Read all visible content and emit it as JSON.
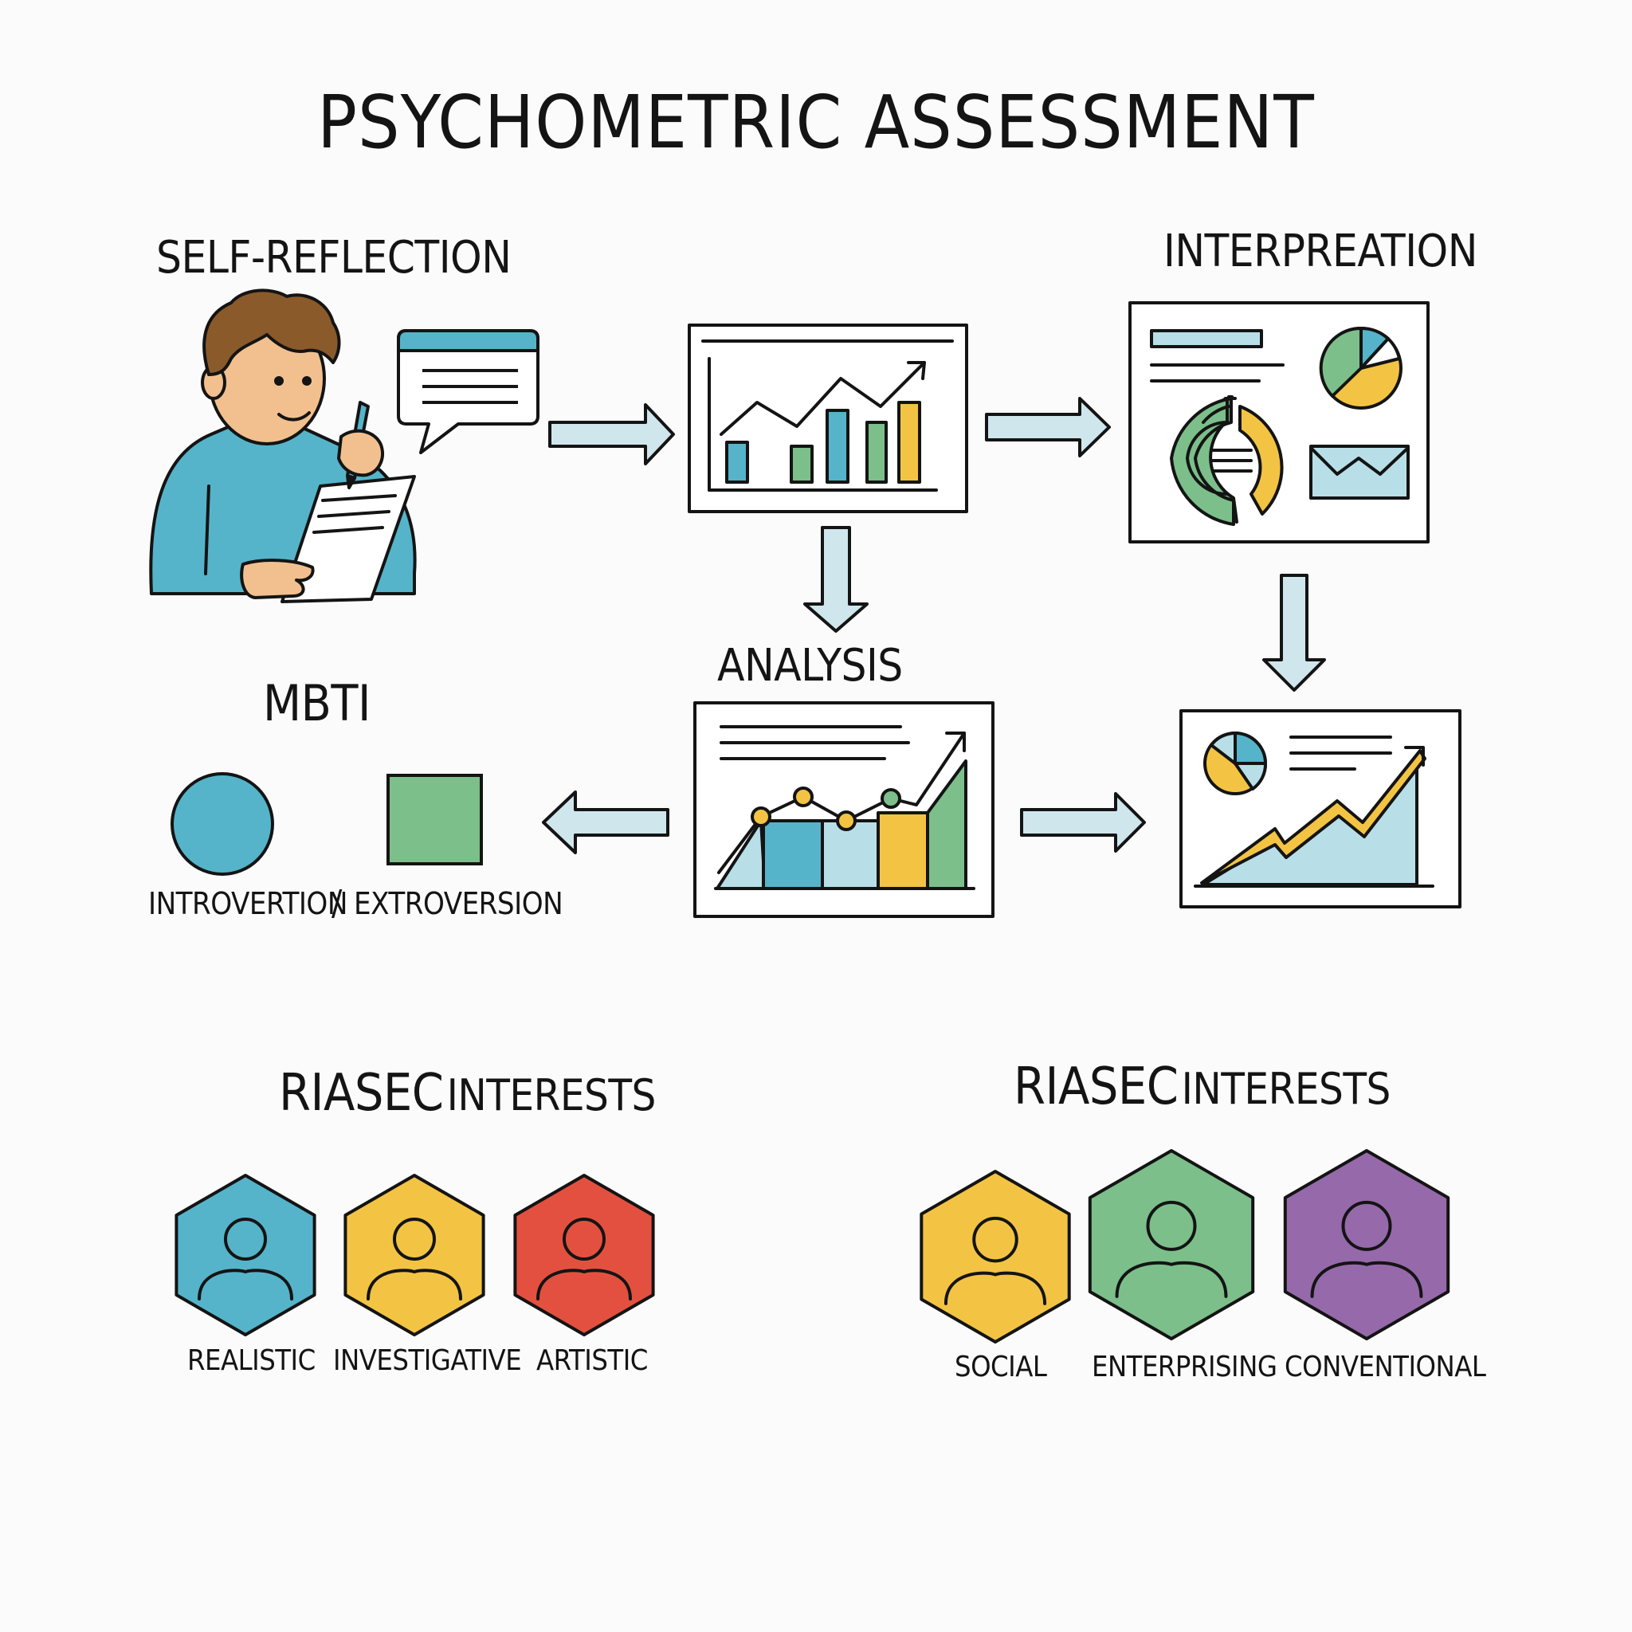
{
  "title": "PSYCHOMETRIC ASSESSMENT",
  "stages": {
    "self_reflection": "SELF-REFLECTION",
    "interpretation": "INTERPREATION",
    "analysis": "ANALYSIS",
    "mbti": "MBTI"
  },
  "mbti": {
    "introversion": "INTROVERTION",
    "separator": "/",
    "extroversion": "EXTROVERSION"
  },
  "riasec_left": {
    "title_main": "RIASEC",
    "title_rest": "INTERESTS",
    "items": [
      {
        "label": "REALISTIC",
        "color": "#55b4c9"
      },
      {
        "label": "INVESTIGATIVE",
        "color": "#f3c443"
      },
      {
        "label": "ARTISTIC",
        "color": "#e4503f"
      }
    ]
  },
  "riasec_right": {
    "title_main": "RIASEC",
    "title_rest": "INTERESTS",
    "items": [
      {
        "label": "SOCIAL",
        "color": "#f3c443"
      },
      {
        "label": "ENTERPRISING",
        "color": "#7cbf8a"
      },
      {
        "label": "CONVENTIONAL",
        "color": "#9669ab"
      }
    ]
  },
  "palette": {
    "teal": "#55b4c9",
    "yellow": "#f3c443",
    "green": "#7cbf8a",
    "light_blue": "#b8dfe8",
    "arrow_fill": "#cfe6ec",
    "skin": "#f2c08f",
    "hair": "#8b5a2b",
    "sweater": "#55b4c9"
  }
}
